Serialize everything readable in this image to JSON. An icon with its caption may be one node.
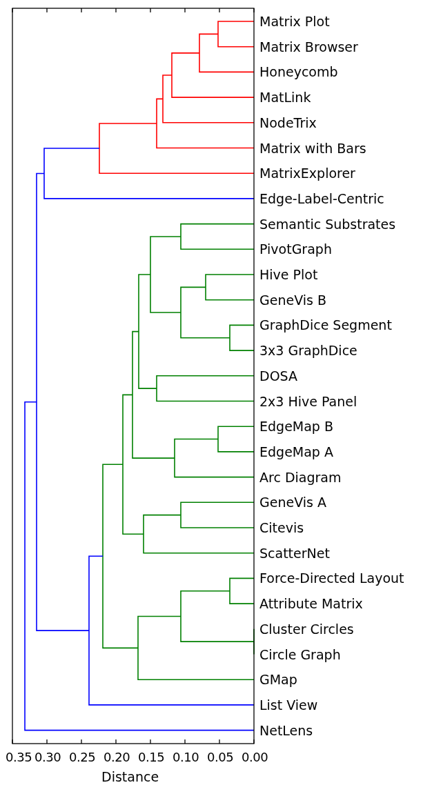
{
  "diagram": {
    "labels": [
      "Matrix Plot",
      "Matrix Browser",
      "Honeycomb",
      "MatLink",
      "NodeTrix",
      "Matrix with Bars",
      "MatrixExplorer",
      "Edge-Label-Centric",
      "Semantic Substrates",
      "PivotGraph",
      "Hive Plot",
      "GeneVis B",
      "GraphDice Segment",
      "3x3 GraphDice",
      "DOSA",
      "2x3 Hive Panel",
      "EdgeMap B",
      "EdgeMap A",
      "Arc Diagram",
      "GeneVis A",
      "Citevis",
      "ScatterNet",
      "Force-Directed Layout",
      "Attribute Matrix",
      "Cluster Circles",
      "Circle Graph",
      "GMap",
      "List View",
      "NetLens",
      "0.35",
      "0.30",
      "0.25",
      "0.20",
      "0.15",
      "0.10",
      "0.05",
      "0.00",
      "Distance"
    ]
  }
}
